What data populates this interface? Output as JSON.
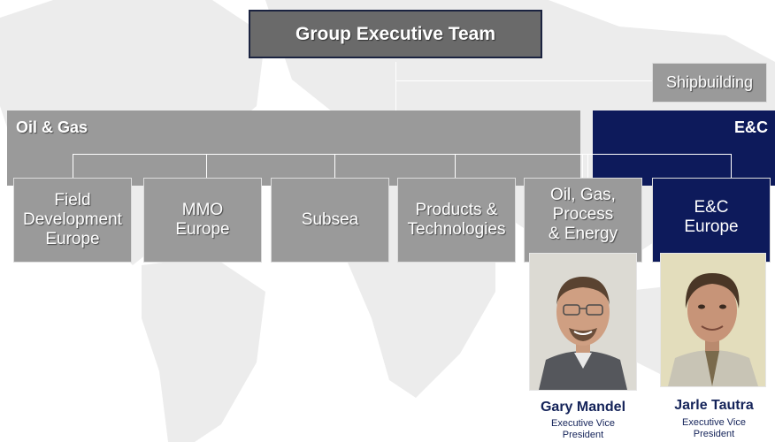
{
  "top": {
    "title": "Group Executive Team"
  },
  "side_unit": {
    "label": "Shipbuilding"
  },
  "divisions": [
    {
      "label": "Oil & Gas"
    },
    {
      "label": "E&C"
    }
  ],
  "units": [
    {
      "lines": [
        "Field",
        "Development",
        "Europe"
      ]
    },
    {
      "lines": [
        "MMO",
        "Europe"
      ]
    },
    {
      "lines": [
        "Subsea"
      ]
    },
    {
      "lines": [
        "Products &",
        "Technologies"
      ]
    },
    {
      "lines": [
        "Oil, Gas,",
        "Process",
        "& Energy"
      ]
    },
    {
      "lines": [
        "E&C",
        "Europe"
      ]
    }
  ],
  "executives": [
    {
      "name": "Gary Mandel",
      "role_line1": "Executive Vice",
      "role_line2": "President"
    },
    {
      "name": "Jarle Tautra",
      "role_line1": "Executive Vice",
      "role_line2": "President"
    }
  ],
  "colors": {
    "grey": "#9a9a9a",
    "dark_grey": "#6a6a6a",
    "navy": "#0d1a5b",
    "name_text": "#142359"
  }
}
